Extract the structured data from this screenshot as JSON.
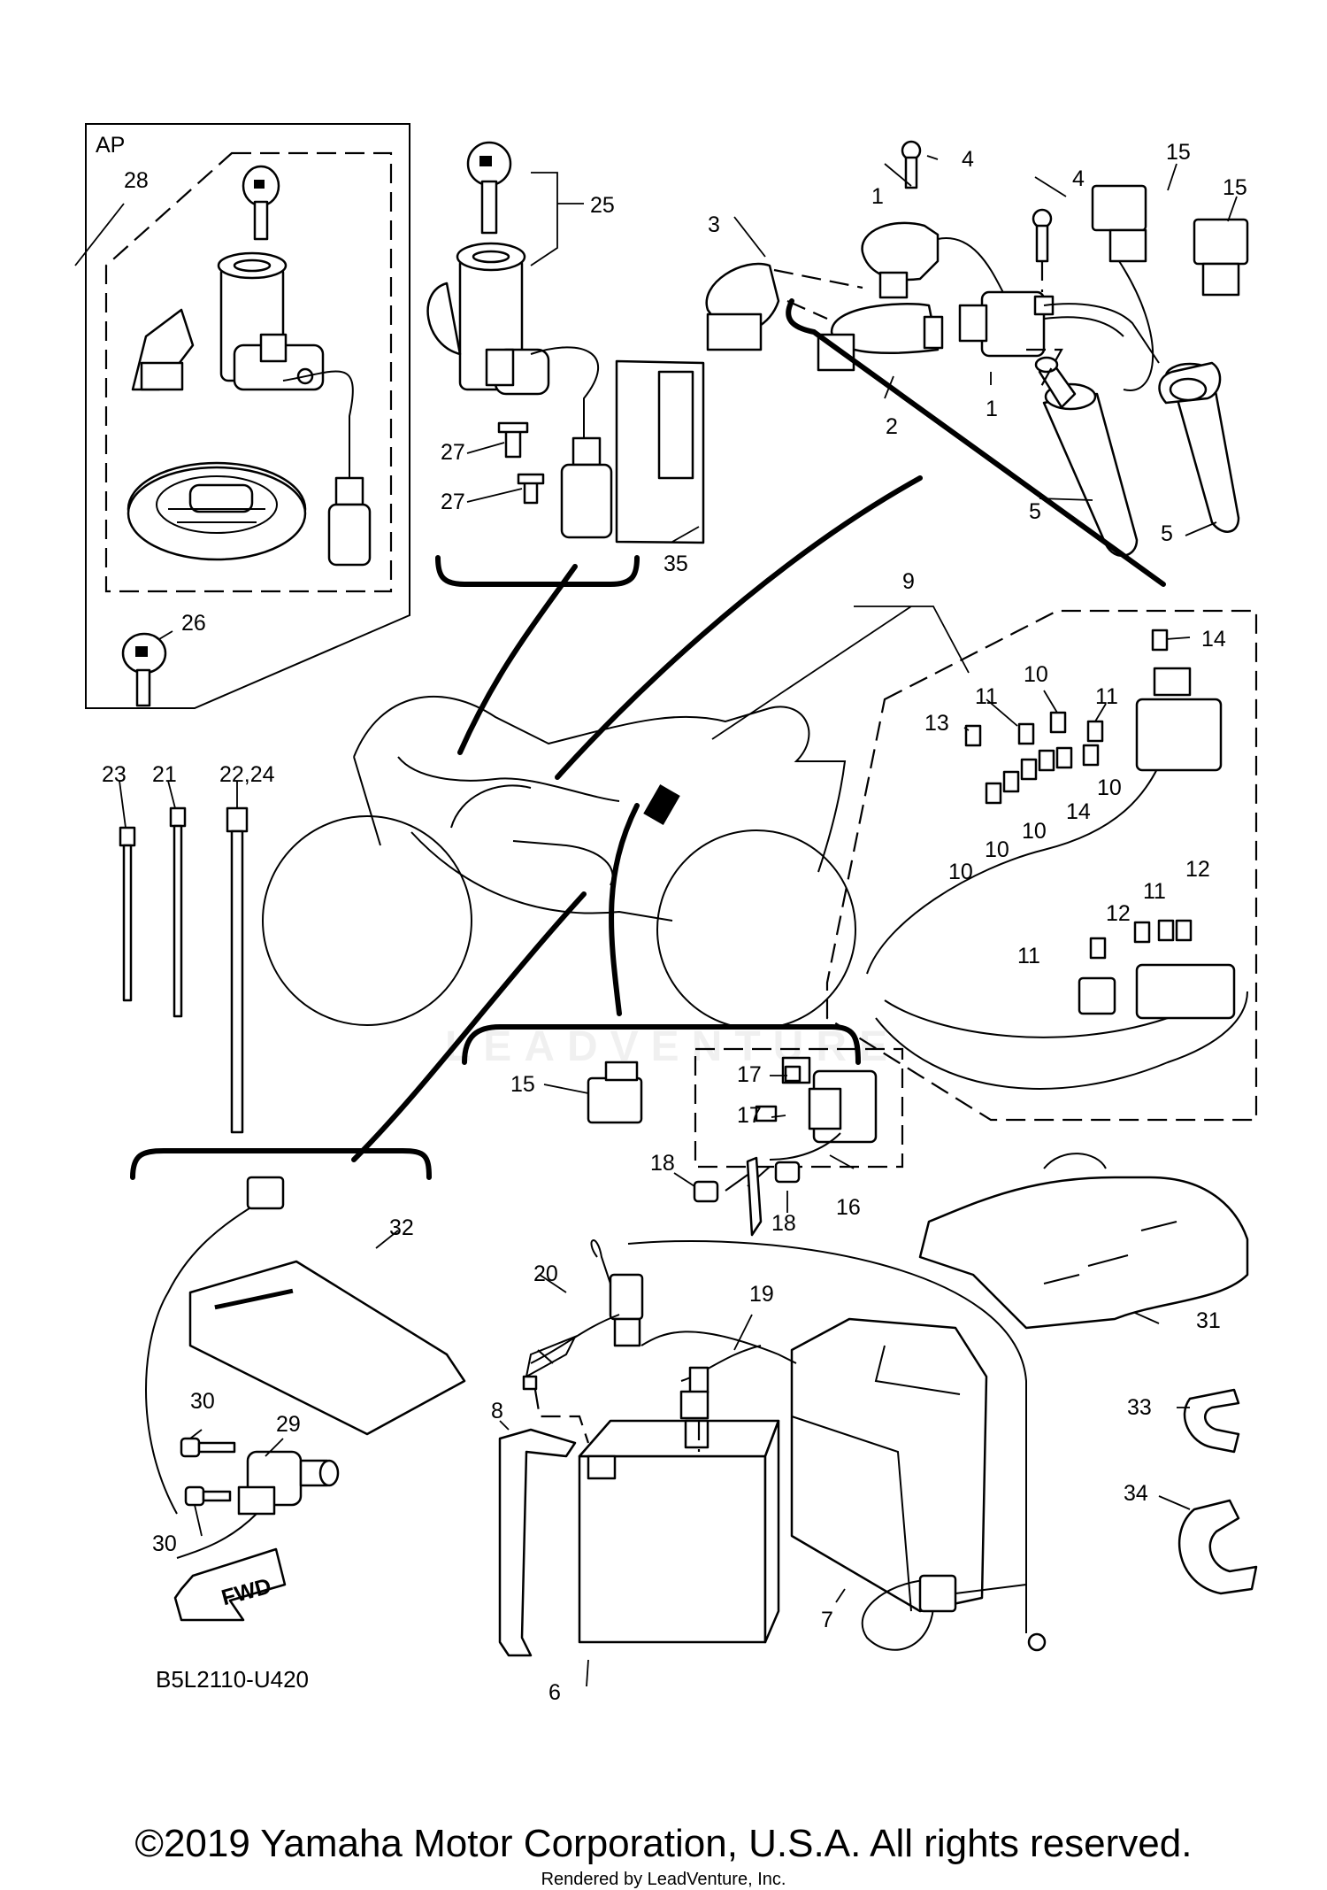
{
  "diagram": {
    "code": "B5L2110-U420",
    "copyright": "©2019 Yamaha Motor Corporation, U.S.A. All rights reserved.",
    "rendered_by": "Rendered by LeadVenture, Inc.",
    "watermark": "LEADVENTURE",
    "fwd_label": "FWD",
    "ap_label": "AP"
  },
  "callouts": [
    {
      "id": "c1a",
      "text": "1"
    },
    {
      "id": "c1b",
      "text": "1"
    },
    {
      "id": "c2",
      "text": "2"
    },
    {
      "id": "c3",
      "text": "3"
    },
    {
      "id": "c4a",
      "text": "4"
    },
    {
      "id": "c4b",
      "text": "4"
    },
    {
      "id": "c5a",
      "text": "5"
    },
    {
      "id": "c5b",
      "text": "5"
    },
    {
      "id": "c6",
      "text": "6"
    },
    {
      "id": "c7",
      "text": "7"
    },
    {
      "id": "c8",
      "text": "8"
    },
    {
      "id": "c9",
      "text": "9"
    },
    {
      "id": "c10a",
      "text": "10"
    },
    {
      "id": "c10b",
      "text": "10"
    },
    {
      "id": "c10c",
      "text": "10"
    },
    {
      "id": "c10d",
      "text": "10"
    },
    {
      "id": "c10e",
      "text": "10"
    },
    {
      "id": "c11a",
      "text": "11"
    },
    {
      "id": "c11b",
      "text": "11"
    },
    {
      "id": "c11c",
      "text": "11"
    },
    {
      "id": "c11d",
      "text": "11"
    },
    {
      "id": "c12a",
      "text": "12"
    },
    {
      "id": "c12b",
      "text": "12"
    },
    {
      "id": "c13",
      "text": "13"
    },
    {
      "id": "c14a",
      "text": "14"
    },
    {
      "id": "c14b",
      "text": "14"
    },
    {
      "id": "c15a",
      "text": "15"
    },
    {
      "id": "c15b",
      "text": "15"
    },
    {
      "id": "c15c",
      "text": "15"
    },
    {
      "id": "c16",
      "text": "16"
    },
    {
      "id": "c17a",
      "text": "17"
    },
    {
      "id": "c17b",
      "text": "17"
    },
    {
      "id": "c18a",
      "text": "18"
    },
    {
      "id": "c18b",
      "text": "18"
    },
    {
      "id": "c19",
      "text": "19"
    },
    {
      "id": "c20",
      "text": "20"
    },
    {
      "id": "c21",
      "text": "21"
    },
    {
      "id": "c22",
      "text": "22,24"
    },
    {
      "id": "c23",
      "text": "23"
    },
    {
      "id": "c25",
      "text": "25"
    },
    {
      "id": "c26",
      "text": "26"
    },
    {
      "id": "c27a",
      "text": "27"
    },
    {
      "id": "c27b",
      "text": "27"
    },
    {
      "id": "c28",
      "text": "28"
    },
    {
      "id": "c29",
      "text": "29"
    },
    {
      "id": "c30a",
      "text": "30"
    },
    {
      "id": "c30b",
      "text": "30"
    },
    {
      "id": "c31",
      "text": "31"
    },
    {
      "id": "c32",
      "text": "32"
    },
    {
      "id": "c33",
      "text": "33"
    },
    {
      "id": "c34",
      "text": "34"
    },
    {
      "id": "c35",
      "text": "35"
    }
  ]
}
